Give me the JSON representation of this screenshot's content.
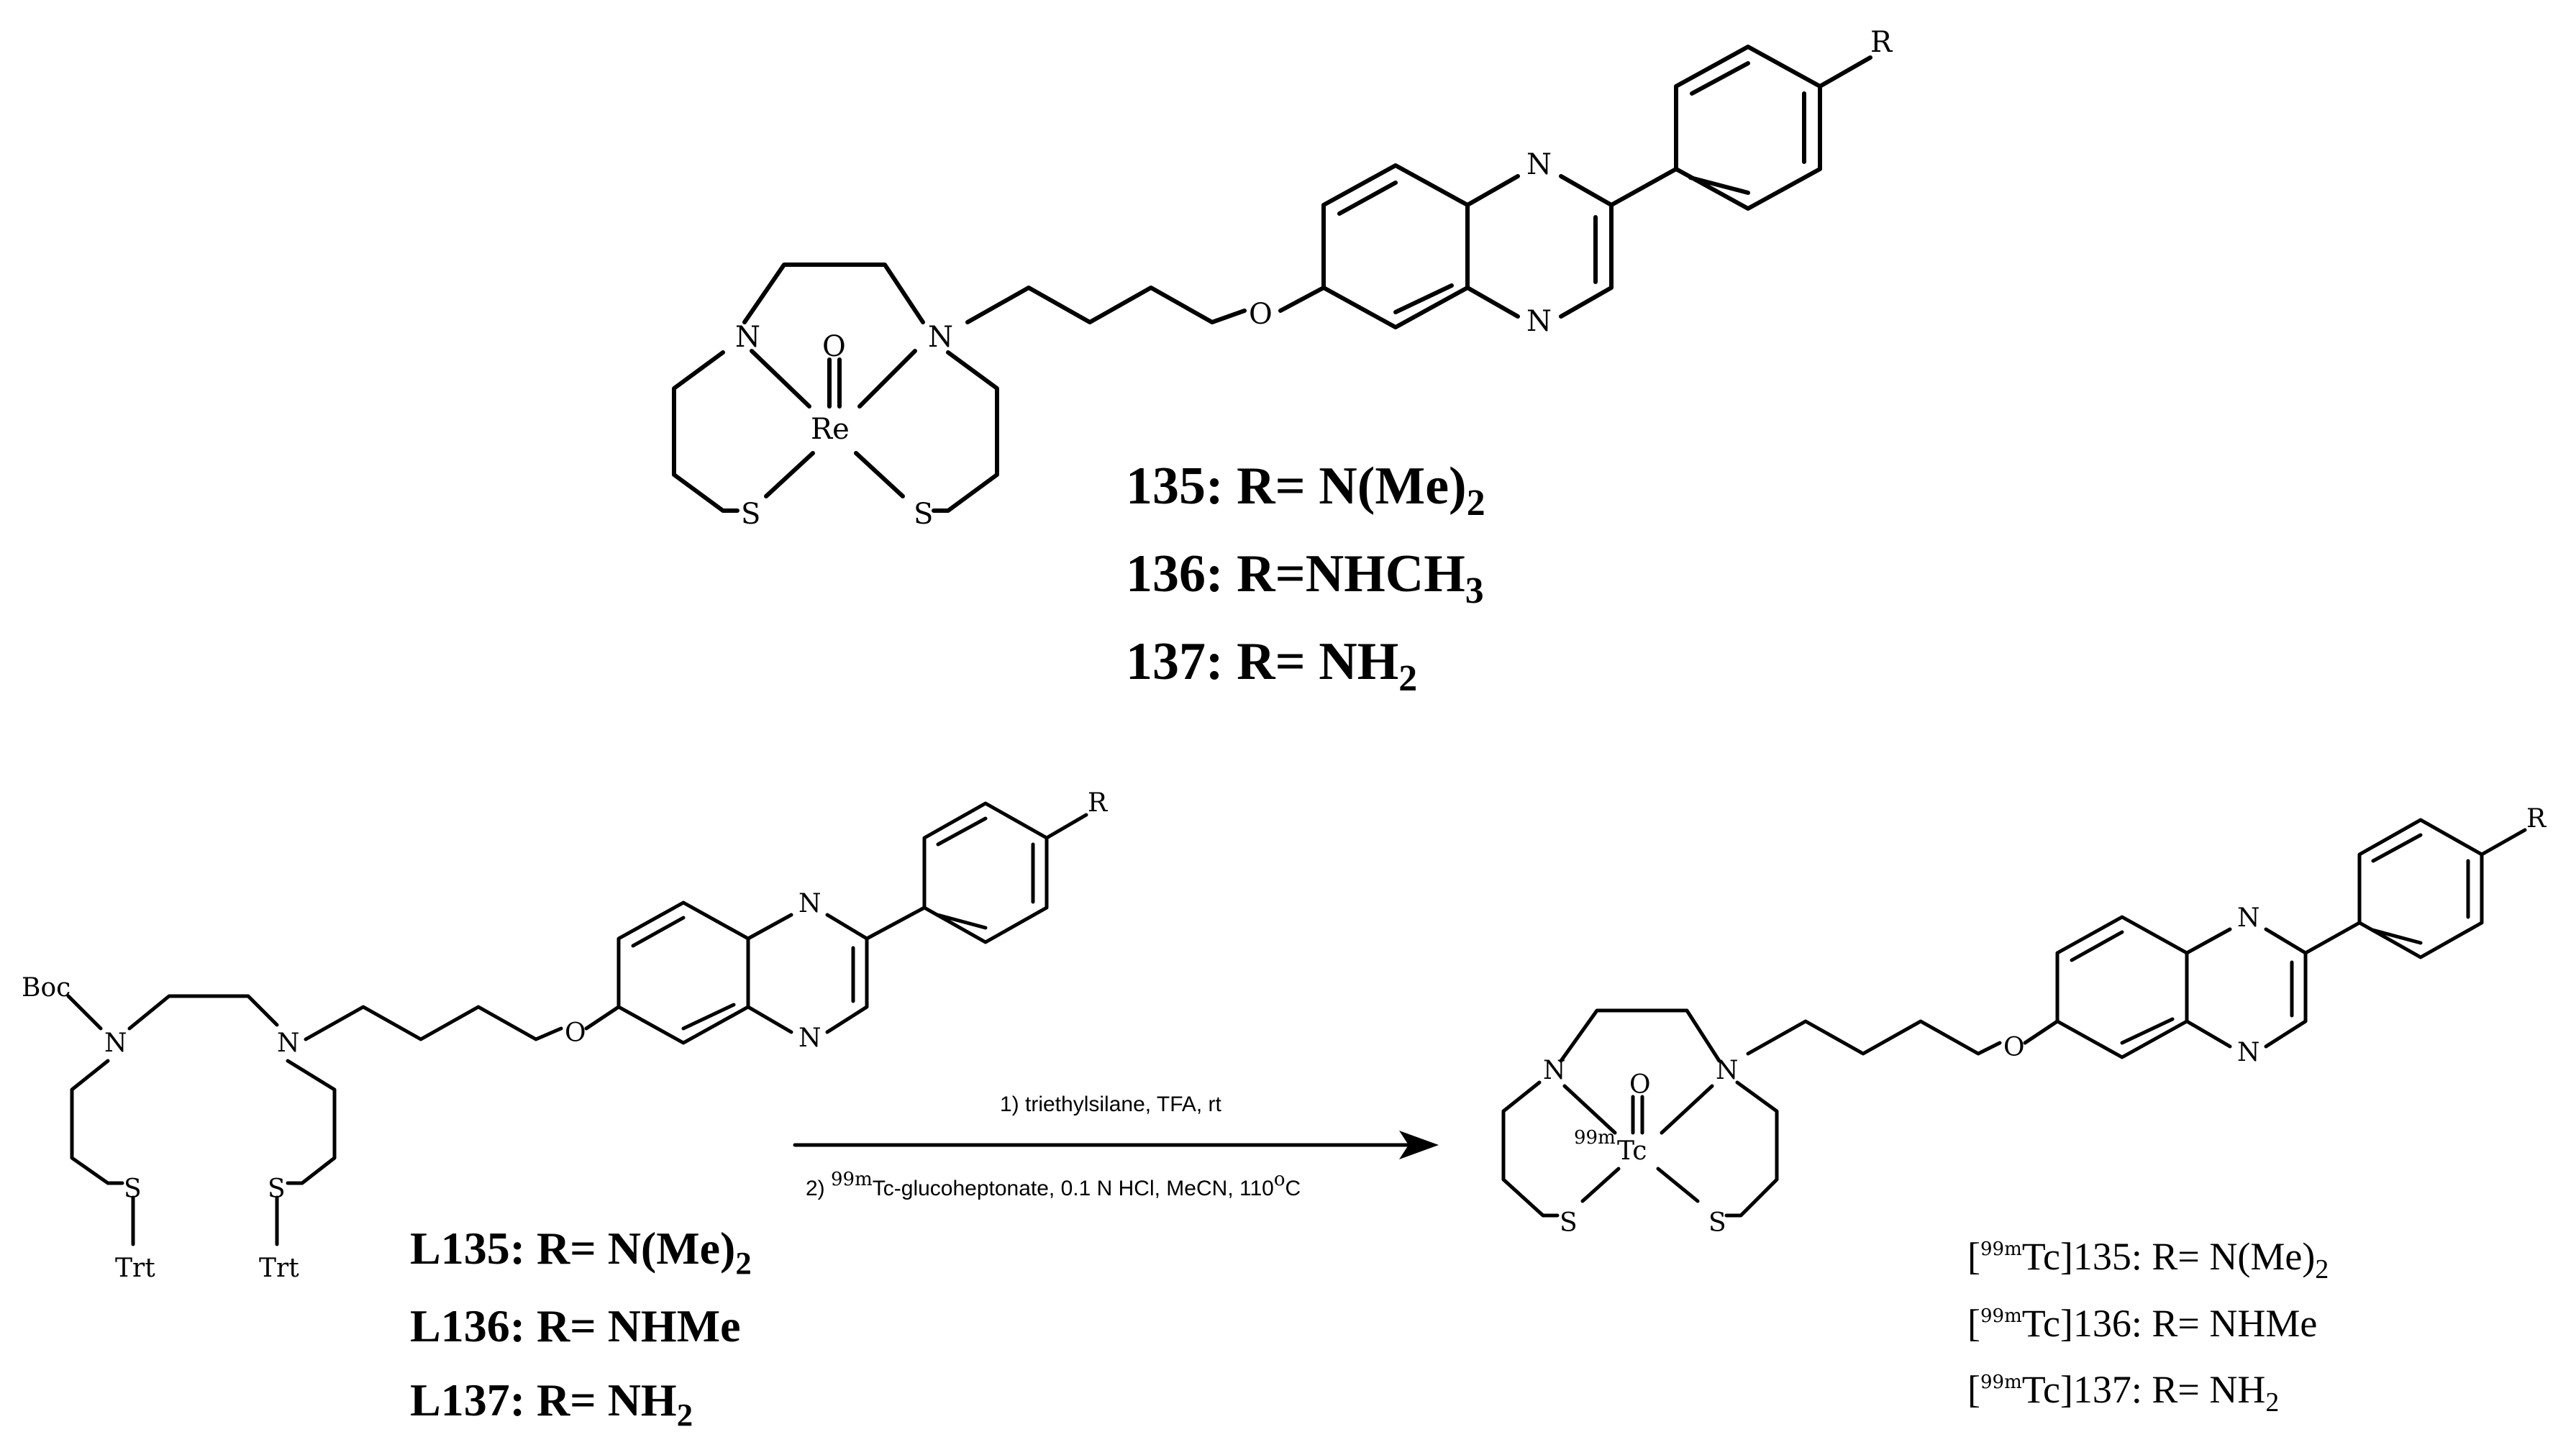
{
  "atoms": {
    "N": "N",
    "O": "O",
    "S": "S",
    "R": "R",
    "Re": "Re",
    "Tc": "Tc",
    "Boc": "Boc",
    "Trt": "Trt",
    "iso": "99m"
  },
  "top_labels": [
    {
      "num": "135",
      "text": "R= N(Me)",
      "sub": "2"
    },
    {
      "num": "136",
      "text": "R=NHCH",
      "sub": "3"
    },
    {
      "num": "137",
      "text": "R= NH",
      "sub": "2"
    }
  ],
  "ligand_labels": [
    {
      "text": "L135: R= N(Me)",
      "sub": "2"
    },
    {
      "text": "L136: R= NHMe",
      "sub": ""
    },
    {
      "text": "L137: R= NH",
      "sub": "2"
    }
  ],
  "product_labels": [
    {
      "pre": "[",
      "sup": "99m",
      "mid": "Tc]135: R= N(Me)",
      "sub": "2"
    },
    {
      "pre": "[",
      "sup": "99m",
      "mid": "Tc]136: R= NHMe",
      "sub": ""
    },
    {
      "pre": "[",
      "sup": "99m",
      "mid": "Tc]137: R= NH",
      "sub": "2"
    }
  ],
  "conditions": {
    "step1": "1) triethylsilane, TFA, rt",
    "step2_pre": "2) ",
    "step2_sup": "99m",
    "step2_post": "Tc-glucoheptonate, 0.1 N HCl, MeCN, 110",
    "step2_deg": "o",
    "step2_end": "C"
  }
}
